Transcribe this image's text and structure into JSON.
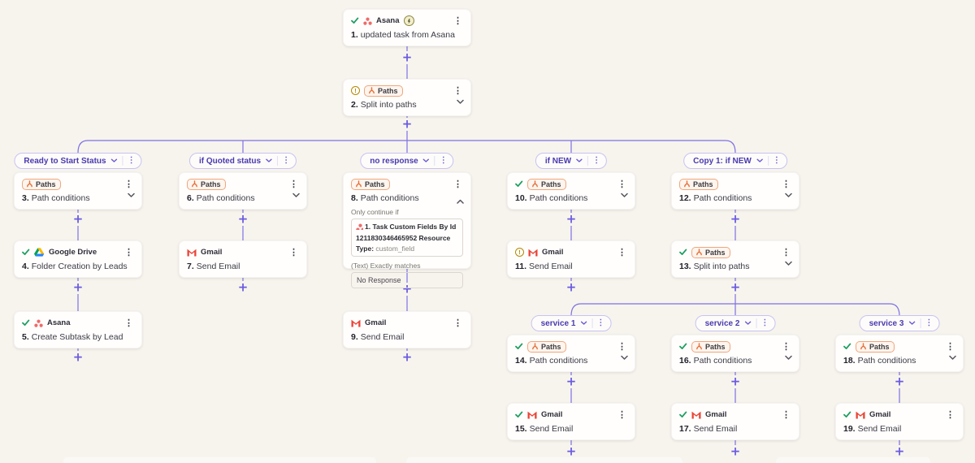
{
  "colors": {
    "background": "#f7f4ee",
    "accent": "#695be0",
    "success_green": "#1d9e5f",
    "warning_olive": "#b58900",
    "paths_orange": "#e8703a",
    "pill_text": "#4a3ab0"
  },
  "labels": {
    "paths_badge": "Paths"
  },
  "pills": {
    "p1": {
      "label": "Ready to Start Status"
    },
    "p2": {
      "label": "if Quoted status"
    },
    "p3": {
      "label": "no response"
    },
    "p4": {
      "label": "if NEW"
    },
    "p5": {
      "label": "Copy 1: if NEW"
    },
    "p6": {
      "label": "service 1"
    },
    "p7": {
      "label": "service 2"
    },
    "p8": {
      "label": "service 3"
    }
  },
  "steps": {
    "s1": {
      "num": "1.",
      "title": "updated task from Asana",
      "app": "Asana"
    },
    "s2": {
      "num": "2.",
      "title": "Split into paths"
    },
    "s3": {
      "num": "3.",
      "title": "Path conditions"
    },
    "s4": {
      "num": "4.",
      "title": "Folder Creation by Leads",
      "app": "Google Drive"
    },
    "s5": {
      "num": "5.",
      "title": "Create Subtask by Lead",
      "app": "Asana"
    },
    "s6": {
      "num": "6.",
      "title": "Path conditions"
    },
    "s7": {
      "num": "7.",
      "title": "Send Email",
      "app": "Gmail"
    },
    "s8": {
      "num": "8.",
      "title": "Path conditions"
    },
    "s9": {
      "num": "9.",
      "title": "Send Email",
      "app": "Gmail"
    },
    "s10": {
      "num": "10.",
      "title": "Path conditions"
    },
    "s11": {
      "num": "11.",
      "title": "Send Email",
      "app": "Gmail"
    },
    "s12": {
      "num": "12.",
      "title": "Path conditions"
    },
    "s13": {
      "num": "13.",
      "title": "Split into paths"
    },
    "s14": {
      "num": "14.",
      "title": "Path conditions"
    },
    "s15": {
      "num": "15.",
      "title": "Send Email",
      "app": "Gmail"
    },
    "s16": {
      "num": "16.",
      "title": "Path conditions"
    },
    "s17": {
      "num": "17.",
      "title": "Send Email",
      "app": "Gmail"
    },
    "s18": {
      "num": "18.",
      "title": "Path conditions"
    },
    "s19": {
      "num": "19.",
      "title": "Send Email",
      "app": "Gmail"
    }
  },
  "condition": {
    "only_continue_if": "Only continue if",
    "field_bold": "1. Task Custom Fields By Id 1211830346465952 Resource Type:",
    "field_value": "custom_field",
    "operator": "(Text) Exactly matches",
    "value": "No Response"
  }
}
